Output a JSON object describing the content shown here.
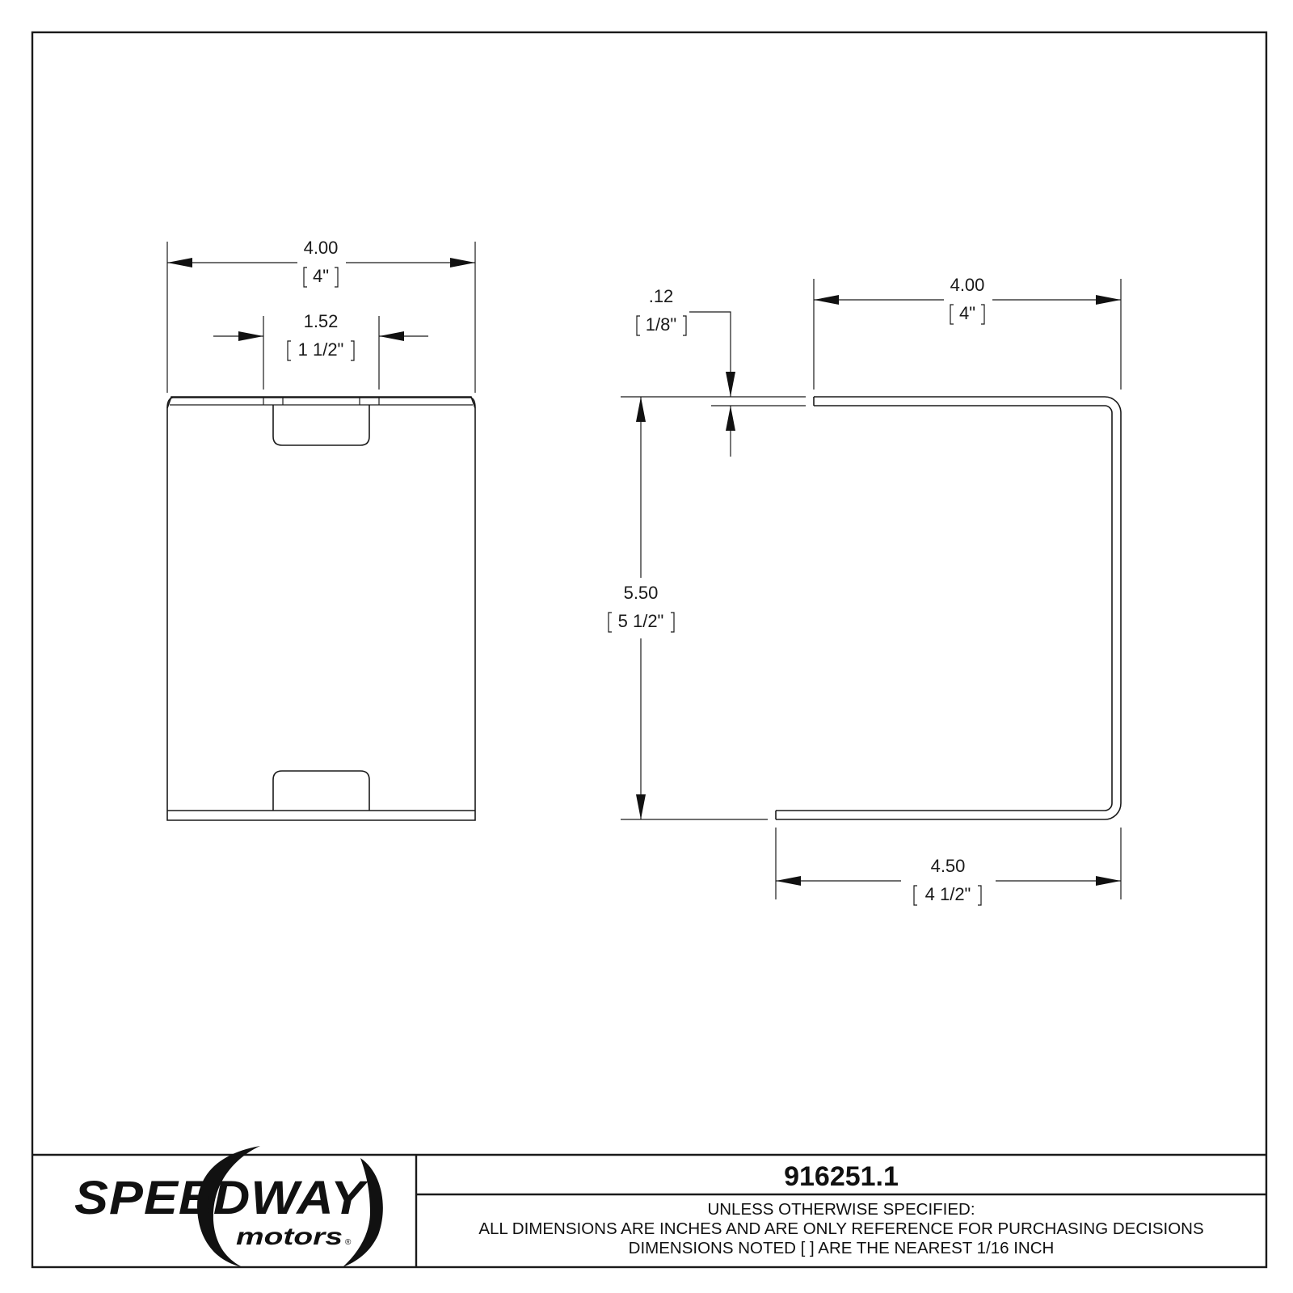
{
  "front_view": {
    "overall_width": {
      "decimal": "4.00",
      "fraction": "4\""
    },
    "slot_width": {
      "decimal": "1.52",
      "fraction": "1 1/2\""
    }
  },
  "side_view": {
    "thickness": {
      "decimal": ".12",
      "fraction": "1/8\""
    },
    "top_leg": {
      "decimal": "4.00",
      "fraction": "4\""
    },
    "height": {
      "decimal": "5.50",
      "fraction": "5 1/2\""
    },
    "bottom_leg": {
      "decimal": "4.50",
      "fraction": "4 1/2\""
    }
  },
  "title_block": {
    "part_number": "916251.1",
    "notes": [
      "UNLESS OTHERWISE SPECIFIED:",
      "ALL DIMENSIONS ARE INCHES AND ARE ONLY REFERENCE FOR PURCHASING DECISIONS",
      "DIMENSIONS NOTED [ ] ARE THE NEAREST 1/16 INCH"
    ],
    "logo": {
      "line1": "SPEEDWAY",
      "line2": "motors",
      "mark": "®"
    }
  }
}
